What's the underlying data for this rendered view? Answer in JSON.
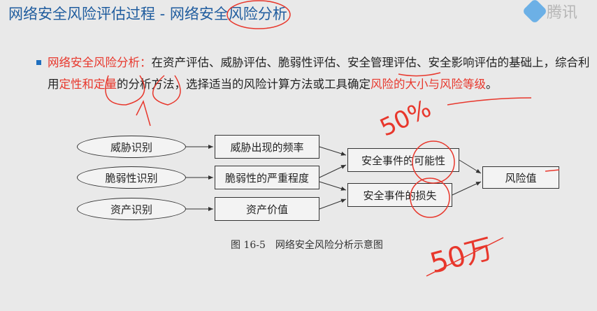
{
  "header": {
    "title": "网络安全风险评估过程 - 网络安全风险分析",
    "logo_text": "腾讯"
  },
  "bullet": {
    "lead": "网络安全风险分析：",
    "text1": "在资产评估、威胁评估、脆弱性评估、安全管理评估、安全影响评估的基础上，综合利用",
    "hl1": "定性和定量",
    "text2": "的分析方法，选择适当的风险计算方法或工具确定",
    "hl2": "风险的大小与风险等级",
    "text3": "。"
  },
  "diagram": {
    "inputs": [
      "威胁识别",
      "脆弱性识别",
      "资产识别"
    ],
    "factors": [
      "威胁出现的频率",
      "脆弱性的严重程度",
      "资产价值"
    ],
    "events": [
      "安全事件的可能性",
      "安全事件的损失"
    ],
    "result": "风险值",
    "caption": "图 16-5　网络安全风险分析示意图"
  },
  "annotations": {
    "a1": "50%",
    "a2": "50万"
  },
  "colors": {
    "accent": "#e8372c",
    "title": "#1f5c9e"
  }
}
